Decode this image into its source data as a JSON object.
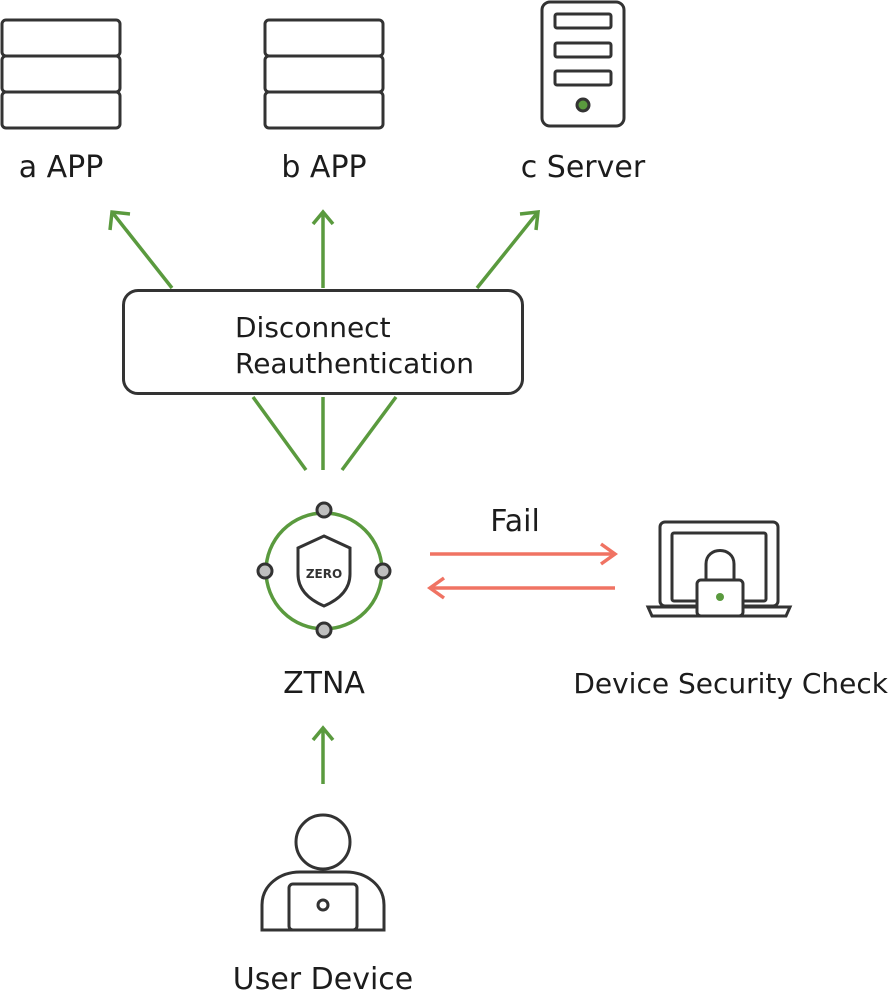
{
  "nodes": {
    "a_app": "a APP",
    "b_app": "b APP",
    "c_server": "c Server",
    "ztna": "ZTNA",
    "user_device": "User Device",
    "device_check": "Device Security Check"
  },
  "action_box": {
    "line1": "Disconnect",
    "line2": "Reauthentication"
  },
  "check_link": {
    "label": "Fail"
  },
  "ztna_badge": "ZERO",
  "colors": {
    "green": "#5a9a3e",
    "red": "#f07363",
    "outline": "#333333"
  }
}
